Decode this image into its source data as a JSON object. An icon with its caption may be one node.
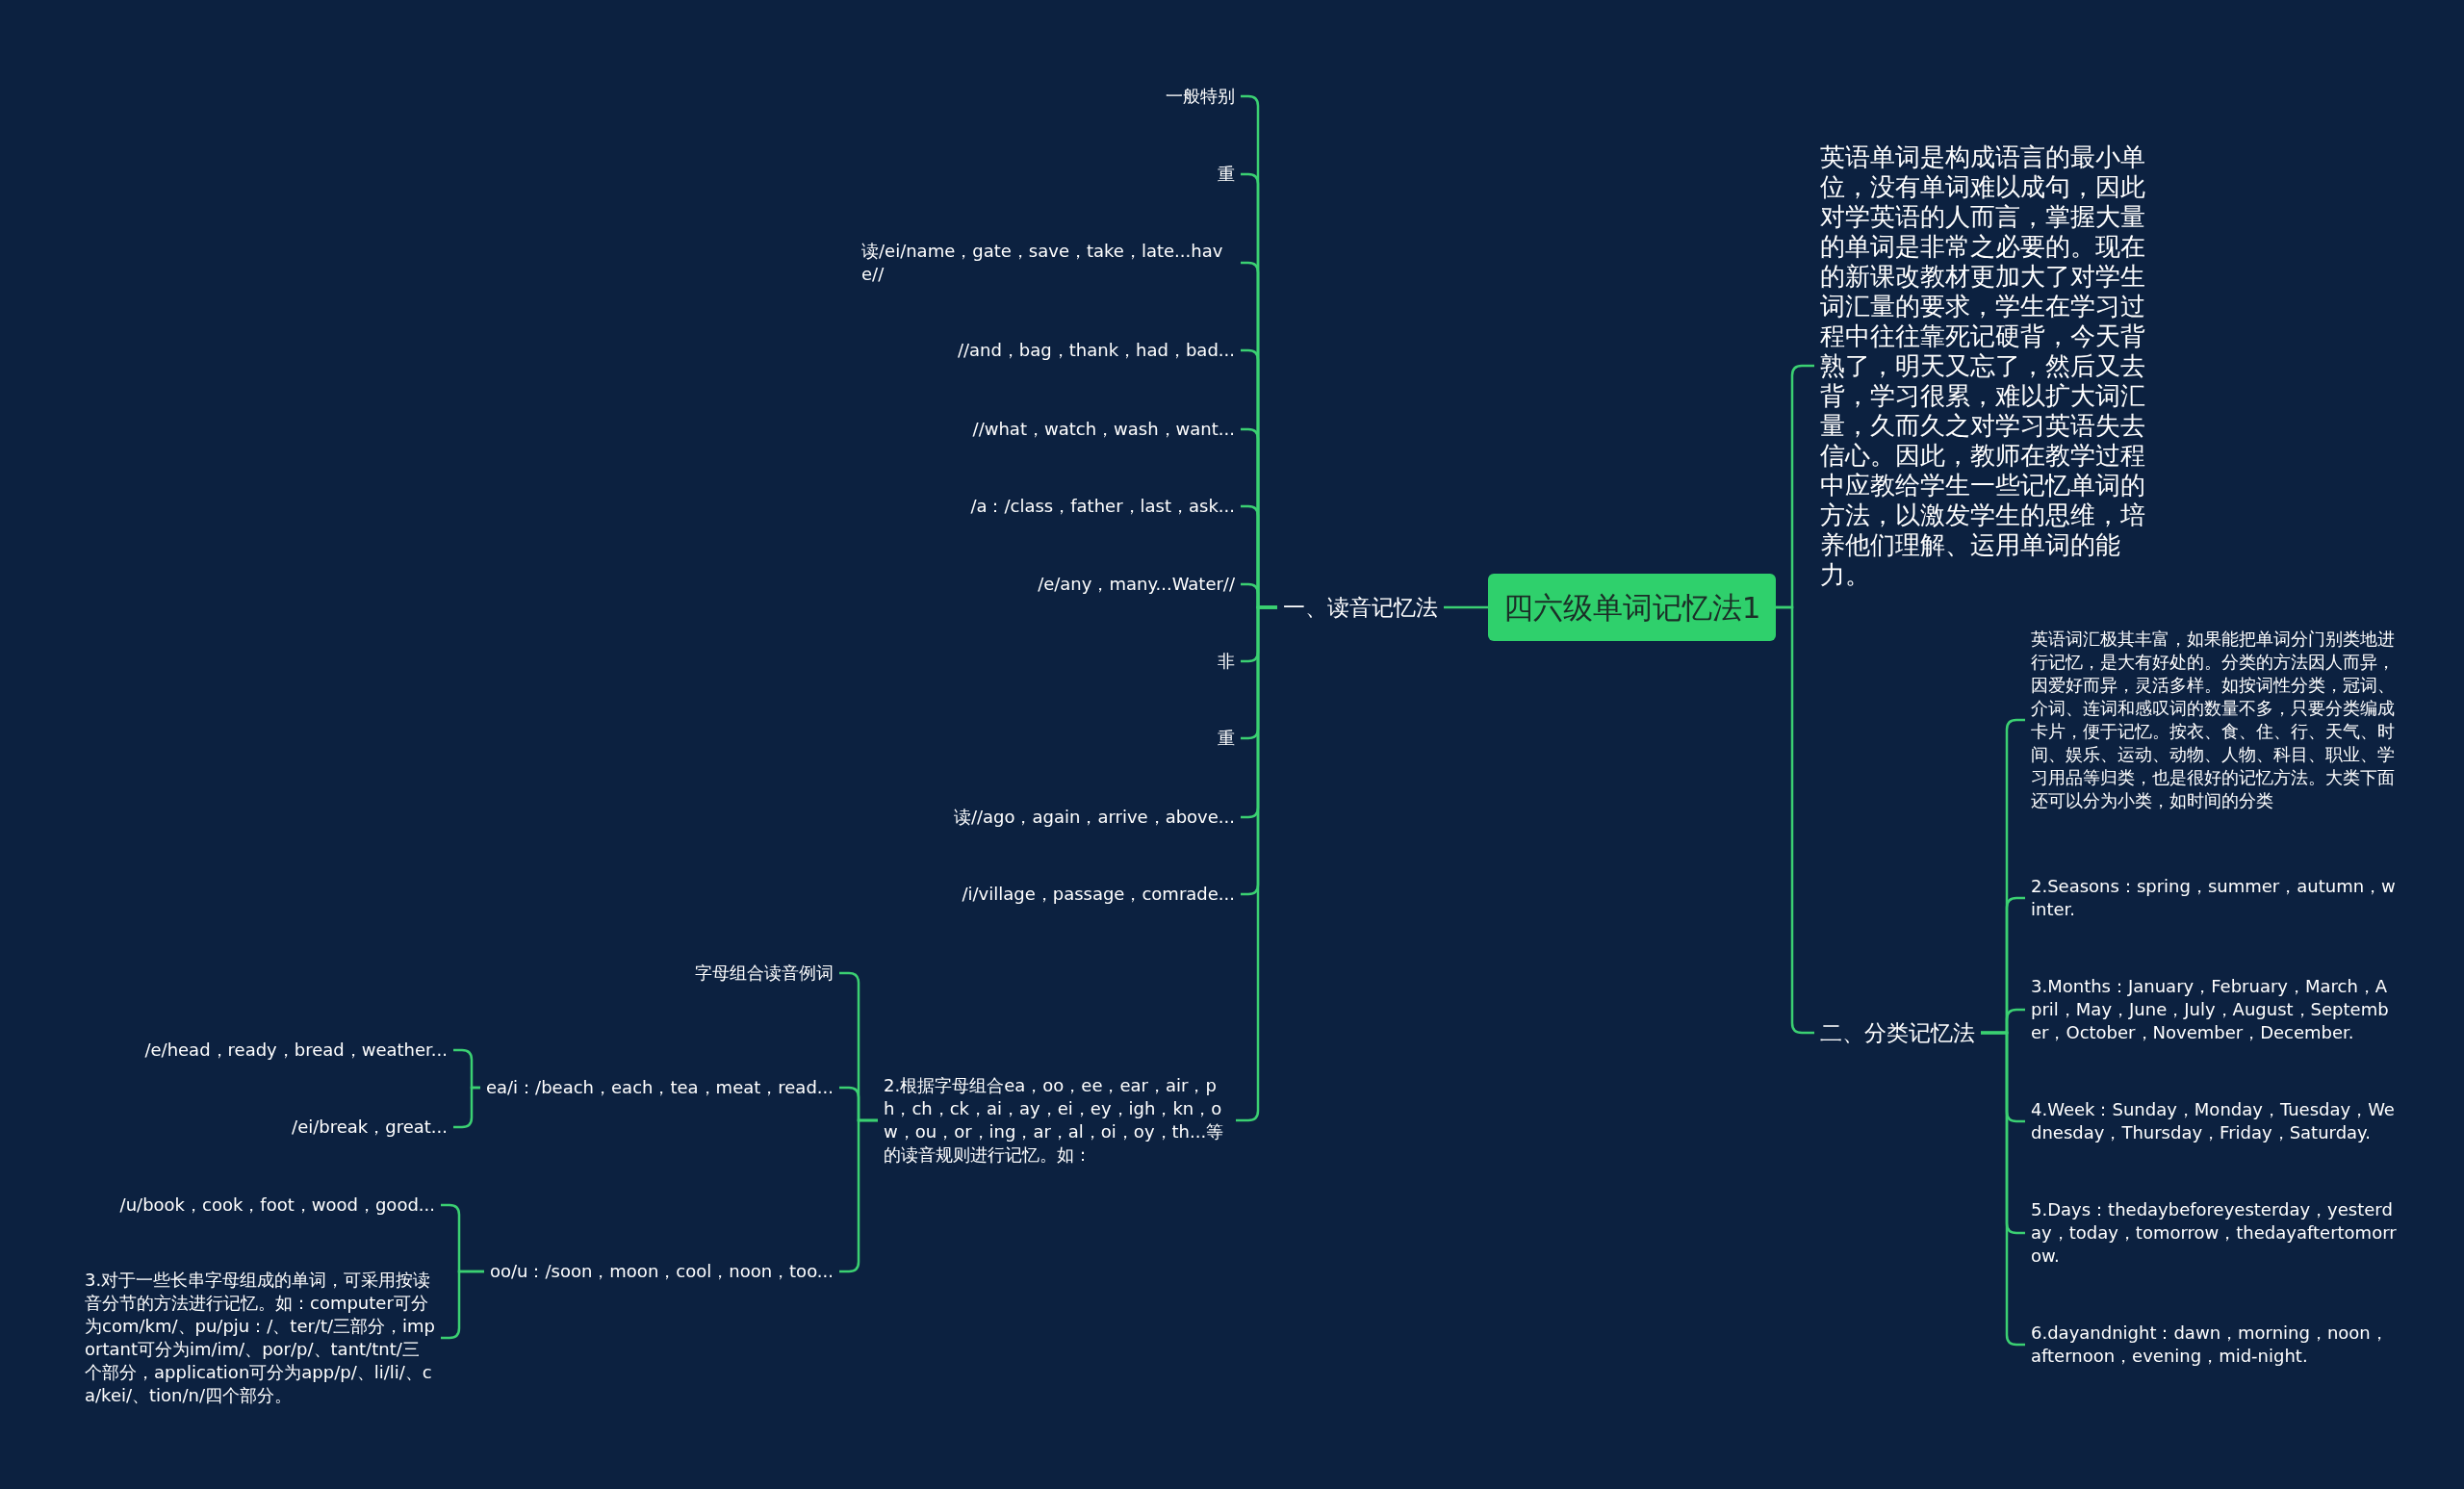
{
  "diagram": {
    "nodes": [
      {
        "text": [
          "四六级单词记忆法1"
        ]
      },
      {
        "text": [
          "一、读音记忆法"
        ]
      },
      {
        "text": [
          "一般特别"
        ]
      },
      {
        "text": [
          "重"
        ]
      },
      {
        "text": [
          "读/ei/name，gate，save，take，late...have//"
        ]
      },
      {
        "text": [
          "//and，bag，thank，had，bad..."
        ]
      },
      {
        "text": [
          "//what，watch，wash，want..."
        ]
      },
      {
        "text": [
          "/a：/class，father，last，ask..."
        ]
      },
      {
        "text": [
          "/e/any，many...Water//"
        ]
      },
      {
        "text": [
          "非"
        ]
      },
      {
        "text": [
          "重"
        ]
      },
      {
        "text": [
          "读//ago，again，arrive，above..."
        ]
      },
      {
        "text": [
          "/i/village，passage，comrade..."
        ]
      },
      {
        "text": [
          "2.根据字母组合ea，oo，ee，ear，air，ph，ch，ck，ai，ay，ei，ey，igh，kn，ow，ou，or，ing，ar，al，oi，oy，th...等的读音规则进行记忆。如："
        ]
      },
      {
        "text": [
          "字母组合读音例词"
        ]
      },
      {
        "text": [
          "ea/i：/beach，each，tea，meat，read..."
        ]
      },
      {
        "text": [
          "oo/u：/soon，moon，cool，noon，too..."
        ]
      },
      {
        "text": [
          "/e/head，ready，bread，weather..."
        ]
      },
      {
        "text": [
          "/ei/break，great..."
        ]
      },
      {
        "text": [
          "/u/book，cook，foot，wood，good..."
        ]
      },
      {
        "text": [
          "3.对于一些长串字母组成的单词，可采用按读音分节的方法进行记忆。如：computer可分为com/km/、pu/pju：/、ter/t/三部分，important可分为im/im/、por/p/、tant/tnt/三个部分，application可分为app/p/、li/li/、ca/kei/、tion/n/四个部分。"
        ]
      },
      {
        "text": [
          "英语单词是构成语言的最小单位，没有单词难以成句，因此对学英语的人而言，掌握大量的单词是非常之必要的。现在的新课改教材更加大了对学生词汇量的要求，学生在学习过程中往往靠死记硬背，今天背熟了，明天又忘了，然后又去背，学习很累，难以扩大词汇量，久而久之对学习英语失去信心。因此，教师在教学过程中应教给学生一些记忆单词的方法，以激发学生的思维，培养他们理解、运用单词的能力。"
        ]
      },
      {
        "text": [
          "二、分类记忆法"
        ]
      },
      {
        "text": [
          "英语词汇极其丰富，如果能把单词分门别类地进行记忆，是大有好处的。分类的方法因人而异，因爱好而异，灵活多样。如按词性分类，冠词、介词、连词和感叹词的数量不多，只要分类编成卡片，便于记忆。按衣、食、住、行、天气、时间、娱乐、运动、动物、人物、科目、职业、学习用品等归类，也是很好的记忆方法。大类下面还可以分为小类，如时间的分类"
        ]
      },
      {
        "text": [
          "2.Seasons：spring，summer，autumn，winter."
        ]
      },
      {
        "text": [
          "3.Months：January，February，March，April，May，June，July，August，September，October，November，December."
        ]
      },
      {
        "text": [
          "4.Week：Sunday，Monday，Tuesday，Wednesday，Thursday，Friday，Saturday."
        ]
      },
      {
        "text": [
          "5.Days：thedaybeforeyesterday，yesterday，today，tomorrow，thedayaftertomorrow."
        ]
      },
      {
        "text": [
          "6.dayandnight：dawn，morning，noon，afternoon，evening，mid-night."
        ]
      }
    ],
    "edges": [
      {
        "from": 0,
        "to": 1,
        "arrow": "none"
      },
      {
        "from": 1,
        "to": 2,
        "arrow": "none"
      },
      {
        "from": 1,
        "to": 3,
        "arrow": "none"
      },
      {
        "from": 1,
        "to": 4,
        "arrow": "none"
      },
      {
        "from": 1,
        "to": 5,
        "arrow": "none"
      },
      {
        "from": 1,
        "to": 6,
        "arrow": "none"
      },
      {
        "from": 1,
        "to": 7,
        "arrow": "none"
      },
      {
        "from": 1,
        "to": 8,
        "arrow": "none"
      },
      {
        "from": 1,
        "to": 9,
        "arrow": "none"
      },
      {
        "from": 1,
        "to": 10,
        "arrow": "none"
      },
      {
        "from": 1,
        "to": 11,
        "arrow": "none"
      },
      {
        "from": 1,
        "to": 12,
        "arrow": "none"
      },
      {
        "from": 1,
        "to": 13,
        "arrow": "none"
      },
      {
        "from": 13,
        "to": 14,
        "arrow": "none"
      },
      {
        "from": 13,
        "to": 15,
        "arrow": "none"
      },
      {
        "from": 13,
        "to": 16,
        "arrow": "none"
      },
      {
        "from": 15,
        "to": 17,
        "arrow": "none"
      },
      {
        "from": 15,
        "to": 18,
        "arrow": "none"
      },
      {
        "from": 16,
        "to": 19,
        "arrow": "none"
      },
      {
        "from": 16,
        "to": 20,
        "arrow": "none"
      },
      {
        "from": 0,
        "to": 21,
        "arrow": "none"
      },
      {
        "from": 0,
        "to": 22,
        "arrow": "none"
      },
      {
        "from": 22,
        "to": 23,
        "arrow": "none"
      },
      {
        "from": 22,
        "to": 24,
        "arrow": "none"
      },
      {
        "from": 22,
        "to": 25,
        "arrow": "none"
      },
      {
        "from": 22,
        "to": 26,
        "arrow": "none"
      },
      {
        "from": 22,
        "to": 27,
        "arrow": "none"
      },
      {
        "from": 22,
        "to": 28,
        "arrow": "none"
      }
    ]
  }
}
